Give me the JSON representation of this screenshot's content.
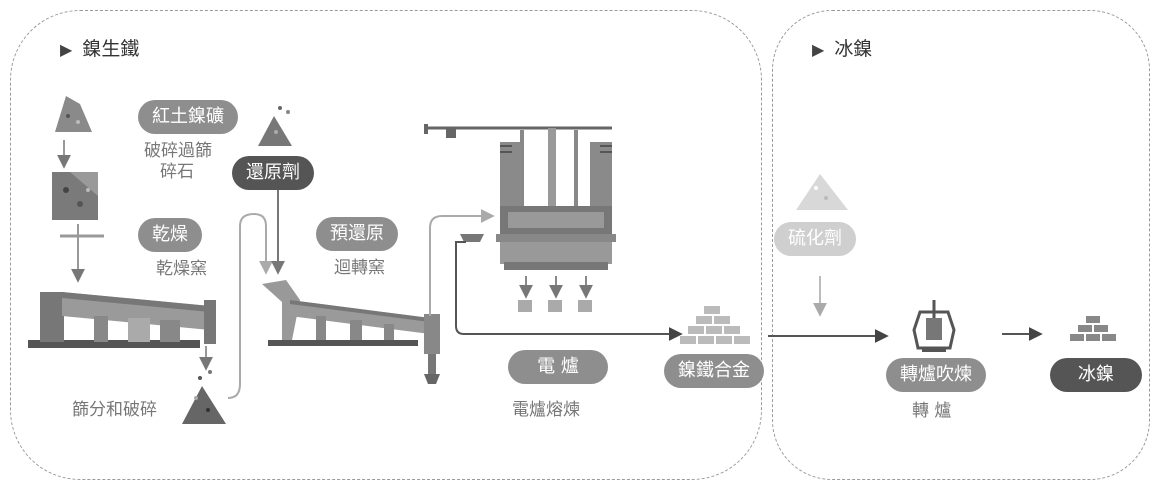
{
  "panels": {
    "left_title": "鎳生鐵",
    "right_title": "冰鎳",
    "title_marker": "▶"
  },
  "steps": {
    "laterite": "紅土鎳礦",
    "crush_sieve_line1": "破碎過篩",
    "crush_sieve_line2": "碎石",
    "reductant": "還原劑",
    "drying": "乾燥",
    "drying_kiln": "乾燥窯",
    "prereduction": "預還原",
    "rotary_kiln": "迴轉窯",
    "sieve_and_crush": "篩分和破碎",
    "electric_furnace": "電 爐",
    "electric_furnace_smelting": "電爐熔煉",
    "ferronickel_alloy": "鎳鐵合金",
    "sulfurizing_agent": "硫化劑",
    "converter_blowing": "轉爐吹煉",
    "converter": "轉 爐",
    "nickel_matte": "冰鎳"
  }
}
